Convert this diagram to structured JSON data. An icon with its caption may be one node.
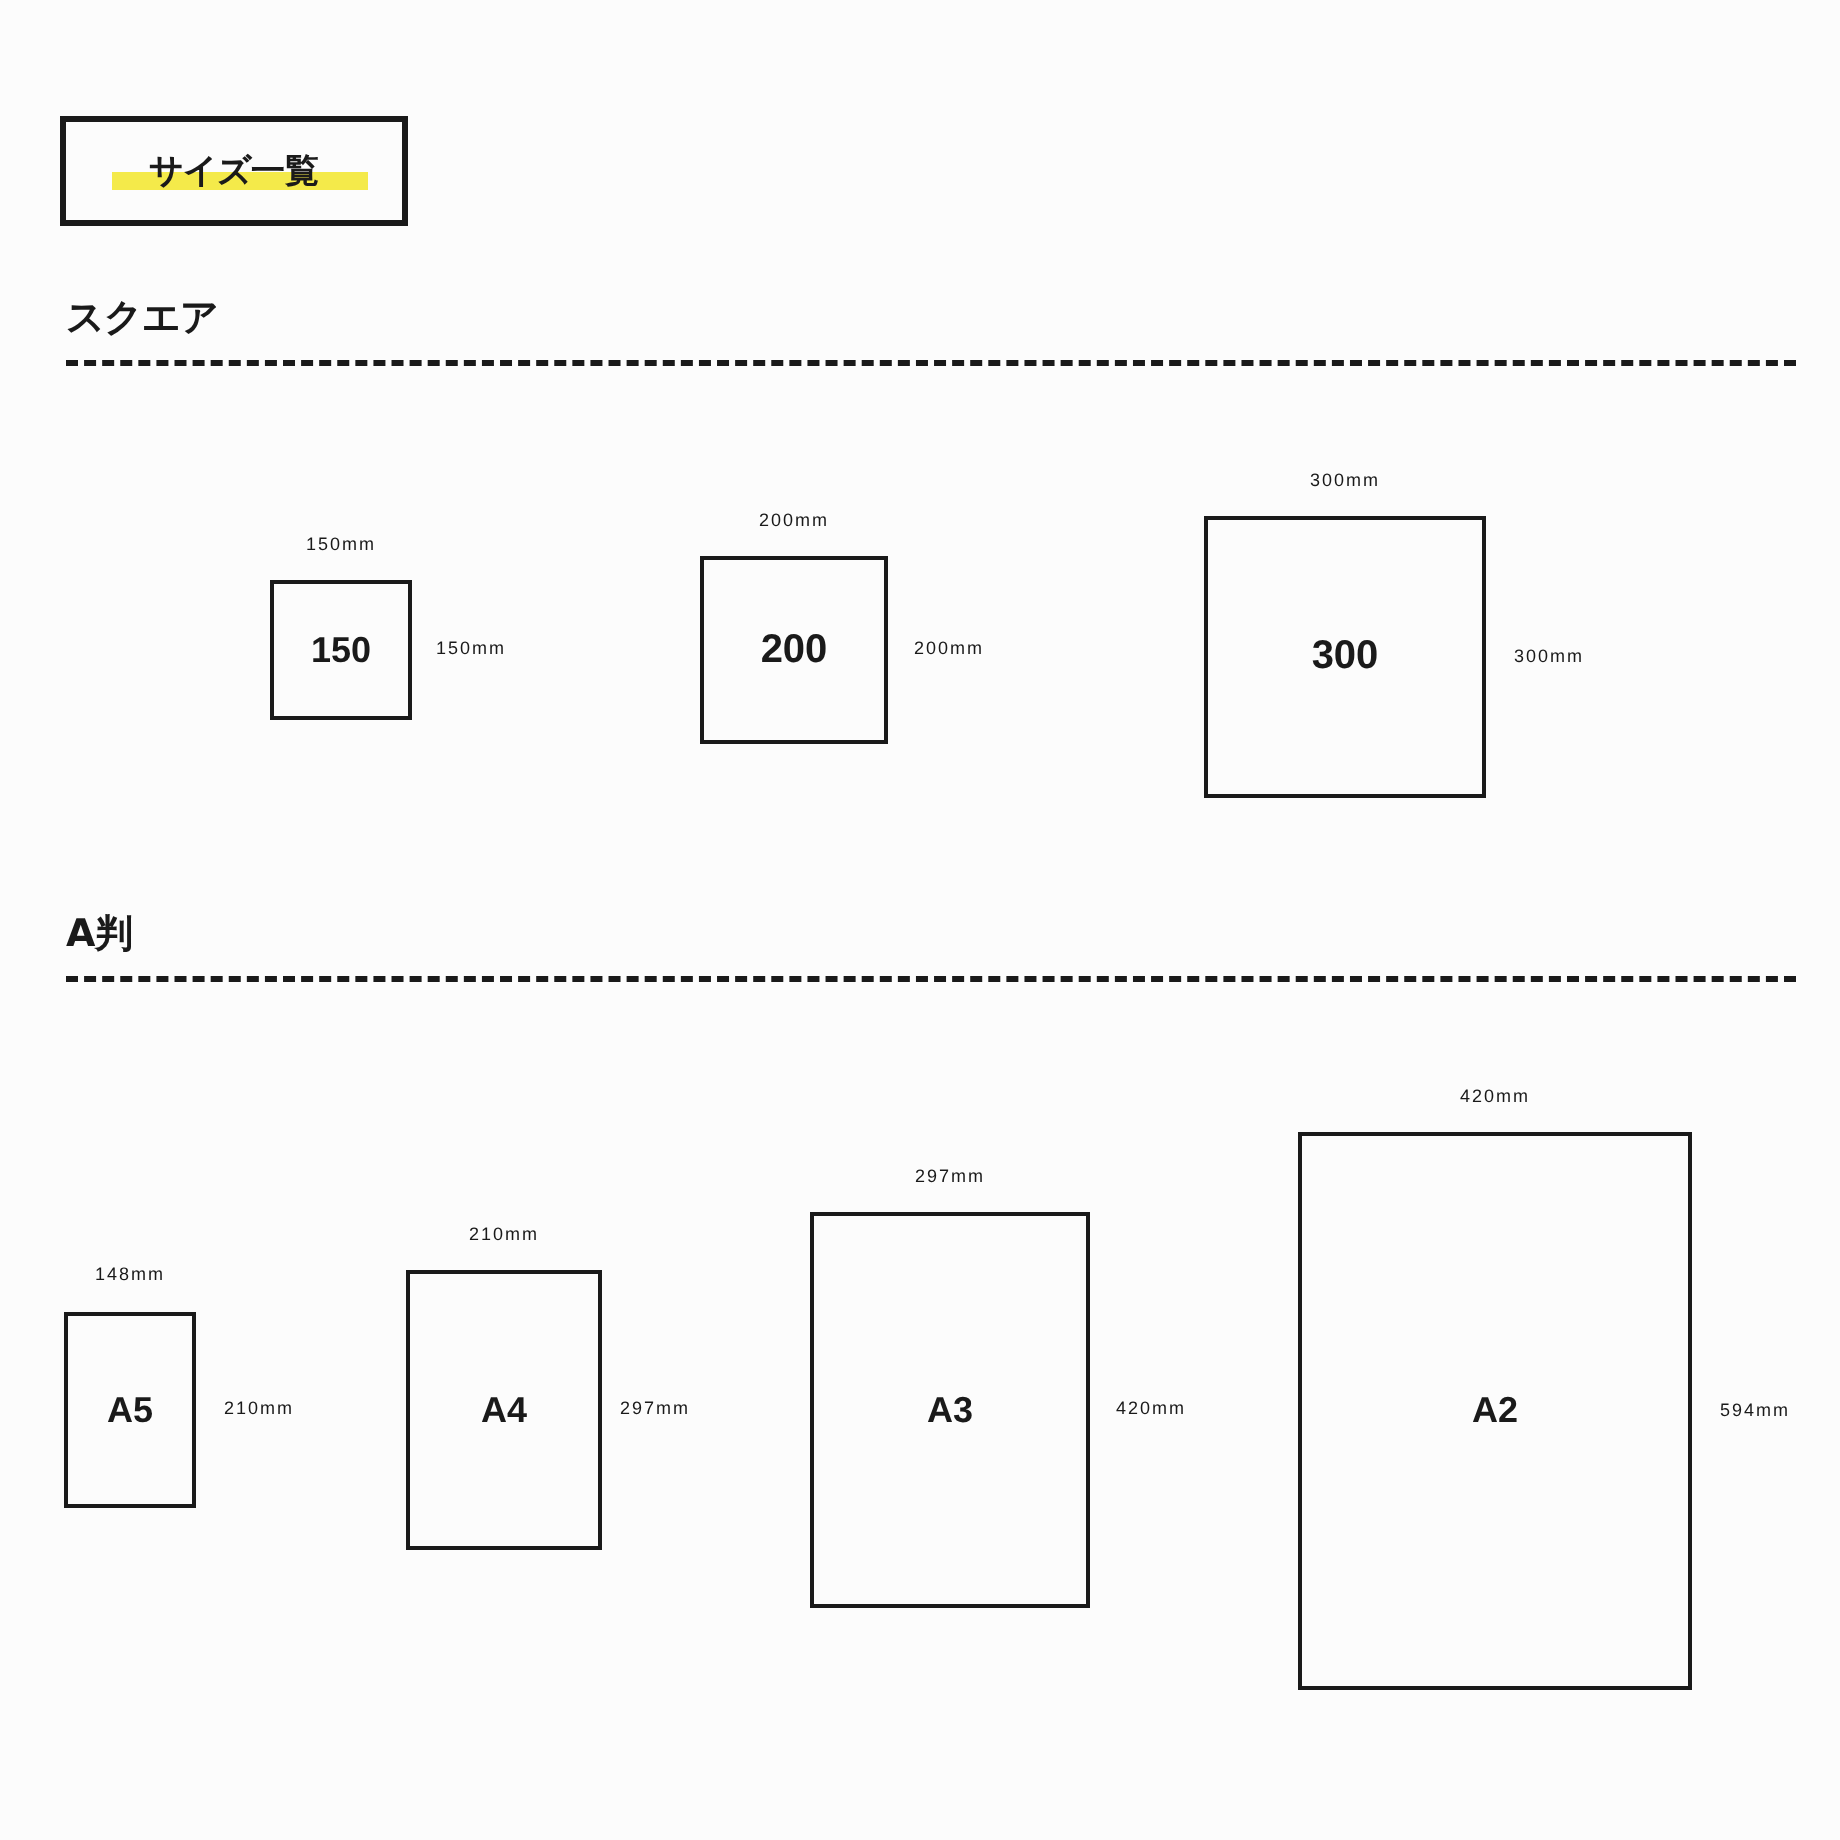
{
  "diagram": {
    "title": "サイズ一覧",
    "nodes": [
      {
        "text": [
          "150"
        ],
        "beside": [
          "150mm",
          "150mm"
        ]
      },
      {
        "text": [
          "200"
        ],
        "beside": [
          "200mm",
          "200mm"
        ]
      },
      {
        "text": [
          "300"
        ],
        "beside": [
          "300mm",
          "300mm"
        ]
      },
      {
        "text": [
          "A5"
        ],
        "beside": [
          "148mm",
          "210mm"
        ]
      },
      {
        "text": [
          "A4"
        ],
        "beside": [
          "210mm",
          "297mm"
        ]
      },
      {
        "text": [
          "A3"
        ],
        "beside": [
          "297mm",
          "420mm"
        ]
      },
      {
        "text": [
          "A2"
        ],
        "beside": [
          "420mm",
          "594mm"
        ]
      }
    ],
    "labels": [
      "スクエア",
      "A判"
    ]
  }
}
